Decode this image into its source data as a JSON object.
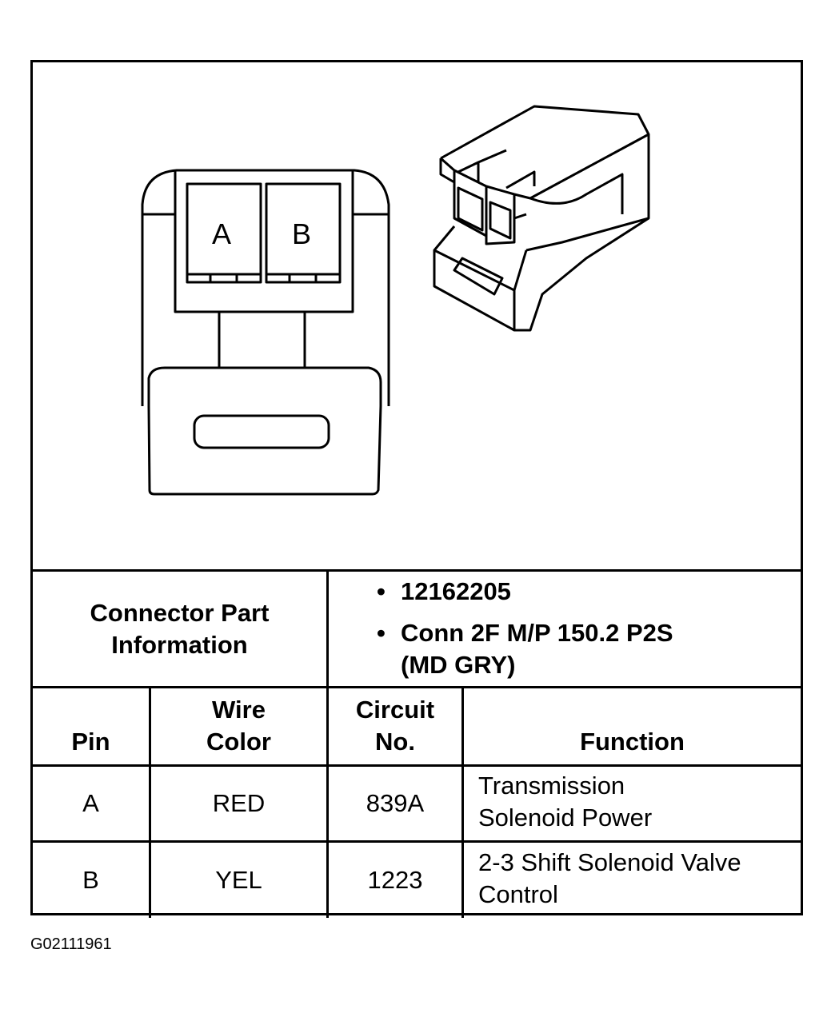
{
  "diagram": {
    "pin_labels": [
      "A",
      "B"
    ]
  },
  "connector_info": {
    "label_line1": "Connector Part",
    "label_line2": "Information",
    "items": [
      [
        "12162205"
      ],
      [
        "Conn 2F M/P 150.2 P2S",
        "(MD GRY)"
      ]
    ]
  },
  "table": {
    "headers": {
      "pin": [
        "Pin"
      ],
      "wire_color": [
        "Wire",
        "Color"
      ],
      "circuit_no": [
        "Circuit",
        "No."
      ],
      "function": [
        "Function"
      ]
    },
    "rows": [
      {
        "pin": "A",
        "wire_color": "RED",
        "circuit_no": "839A",
        "function": [
          "Transmission",
          "Solenoid Power"
        ]
      },
      {
        "pin": "B",
        "wire_color": "YEL",
        "circuit_no": "1223",
        "function": [
          "2-3 Shift Solenoid Valve",
          "Control"
        ]
      }
    ]
  },
  "figure_id": "G02111961"
}
